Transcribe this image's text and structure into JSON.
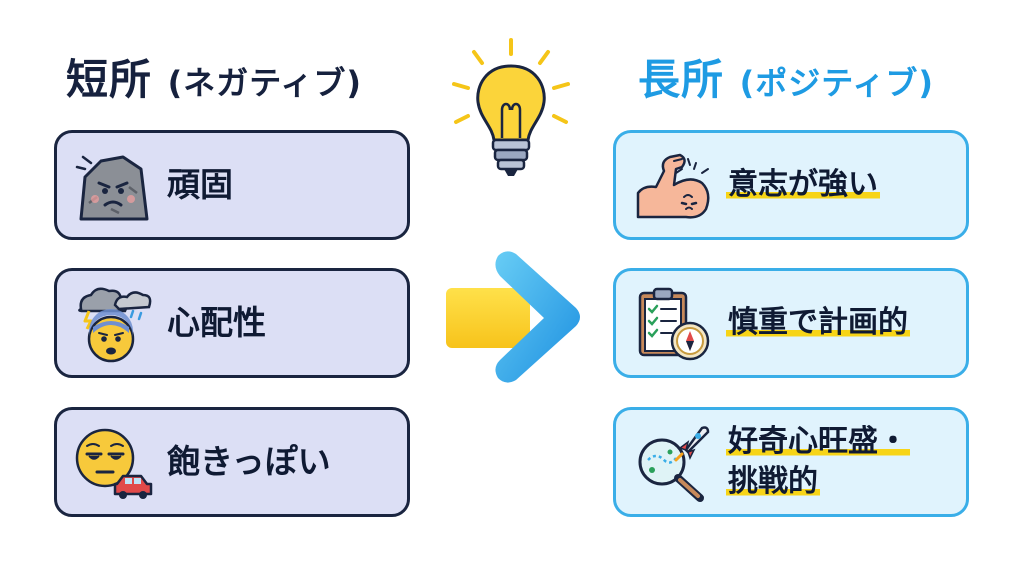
{
  "left": {
    "title": "短所",
    "subtitle": "(ネガティブ)",
    "items": [
      {
        "label": "頑固",
        "icon": "stubborn-rock-icon"
      },
      {
        "label": "心配性",
        "icon": "worried-cloud-face-icon"
      },
      {
        "label": "飽きっぽい",
        "icon": "bored-face-car-icon"
      }
    ]
  },
  "right": {
    "title": "長所",
    "subtitle": "(ポジティブ)",
    "items": [
      {
        "label": "意志が強い",
        "icon": "flexed-bicep-icon"
      },
      {
        "label": "慎重で計画的",
        "icon": "clipboard-compass-icon"
      },
      {
        "label_line1": "好奇心旺盛・",
        "label_line2": "挑戦的",
        "icon": "magnifier-rocket-icon"
      }
    ]
  },
  "center": {
    "top_icon": "lightbulb-icon",
    "arrow_icon": "right-arrow-icon"
  },
  "colors": {
    "navy": "#1a2540",
    "blue": "#1e9be3",
    "highlight": "#f7d417",
    "neg_card": "#dcdff5",
    "pos_card": "#e0f3fd"
  }
}
